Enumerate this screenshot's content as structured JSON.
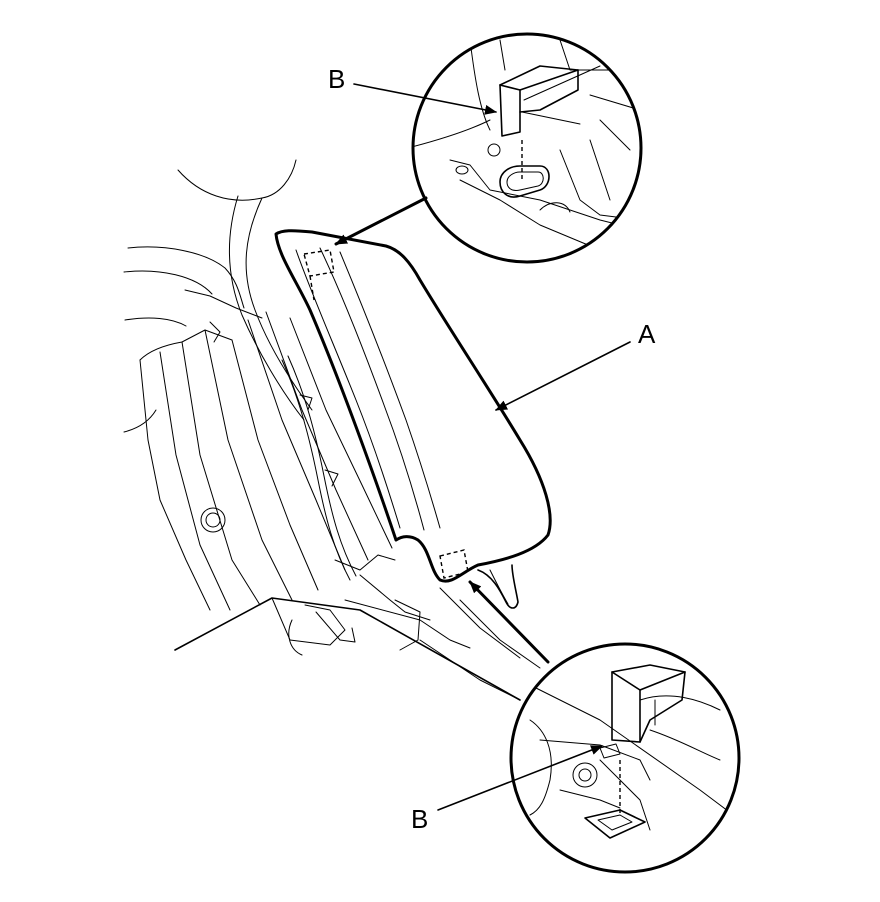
{
  "labels": {
    "panel": "A",
    "clip_top": "B",
    "clip_bottom": "B"
  },
  "colors": {
    "line": "#000000",
    "background": "#ffffff"
  }
}
